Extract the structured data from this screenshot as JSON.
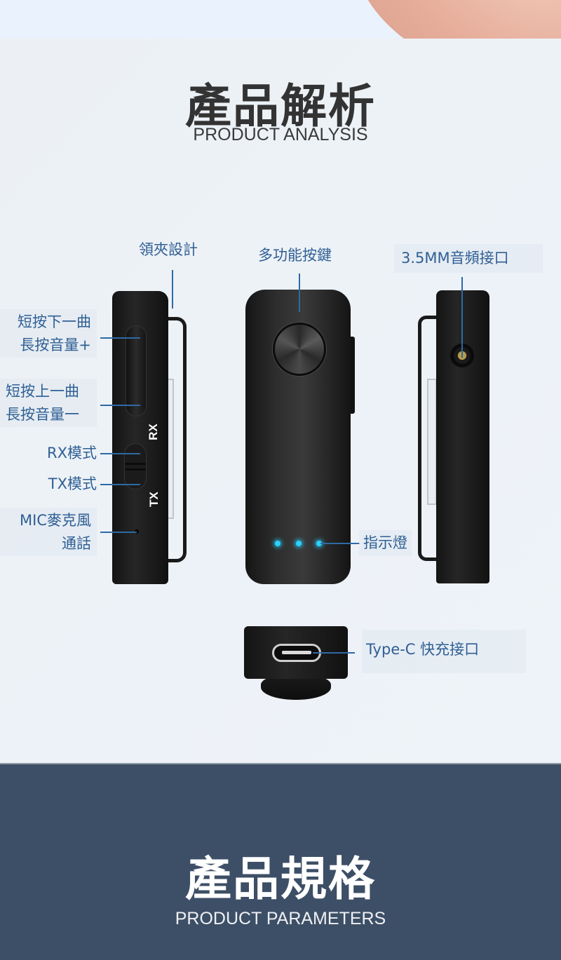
{
  "analysis_section": {
    "title": "產品解析",
    "subtitle": "PRODUCT ANALYSIS"
  },
  "callouts": {
    "collar_clip": "領夾設計",
    "multi_function_button": "多功能按鍵",
    "audio_jack": "3.5MM音頻接口",
    "next_track_line1": "短按下一曲",
    "next_track_line2": "長按音量+",
    "prev_track_line1": "短按上一曲",
    "prev_track_line2": "長按音量一",
    "rx_mode": "RX模式",
    "tx_mode": "TX模式",
    "mic_line1": "MIC麥克風",
    "mic_line2": "通話",
    "indicator_light": "指示燈",
    "type_c_port": "Type-C 快充接口"
  },
  "device_markings": {
    "rx": "RX",
    "tx": "TX"
  },
  "colors": {
    "callout_text": "#2f5f94",
    "callout_line": "#2e6aa4",
    "led": "#29d2ff",
    "params_bg": "#3d4f66"
  },
  "parameters_section": {
    "title": "產品規格",
    "subtitle": "PRODUCT PARAMETERS"
  }
}
